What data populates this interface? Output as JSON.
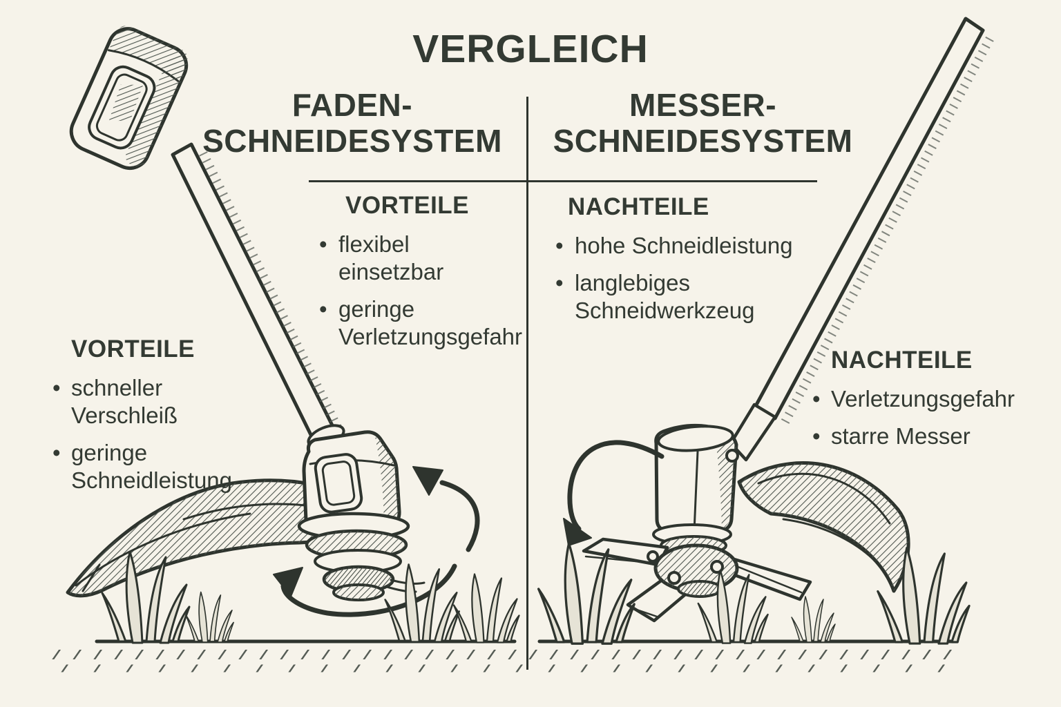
{
  "title": "VERGLEICH",
  "left_system": {
    "header": "FADEN-\nSCHNEIDESYSTEM",
    "center_section": {
      "heading": "VORTEILE",
      "items": [
        "flexibel\neinsetzbar",
        "geringe\nVerletzungsgefahr"
      ]
    },
    "side_section": {
      "heading": "VORTEILE",
      "items": [
        "schneller\nVerschleiß",
        "geringe\nSchneidleistung"
      ]
    },
    "illustration": "string-trimmer-sketch"
  },
  "right_system": {
    "header": "MESSER-\nSCHNEIDESYSTEM",
    "center_section": {
      "heading": "NACHTEILE",
      "items": [
        "hohe Schneidleistung",
        "langlebiges\nSchneidwerkzeug"
      ]
    },
    "side_section": {
      "heading": "NACHTEILE",
      "items": [
        "Verletzungsgefahr",
        "starre Messer"
      ]
    },
    "illustration": "blade-trimmer-sketch"
  },
  "colors": {
    "background": "#f6f3ea",
    "ink": "#2e342e",
    "text": "#333a33"
  }
}
